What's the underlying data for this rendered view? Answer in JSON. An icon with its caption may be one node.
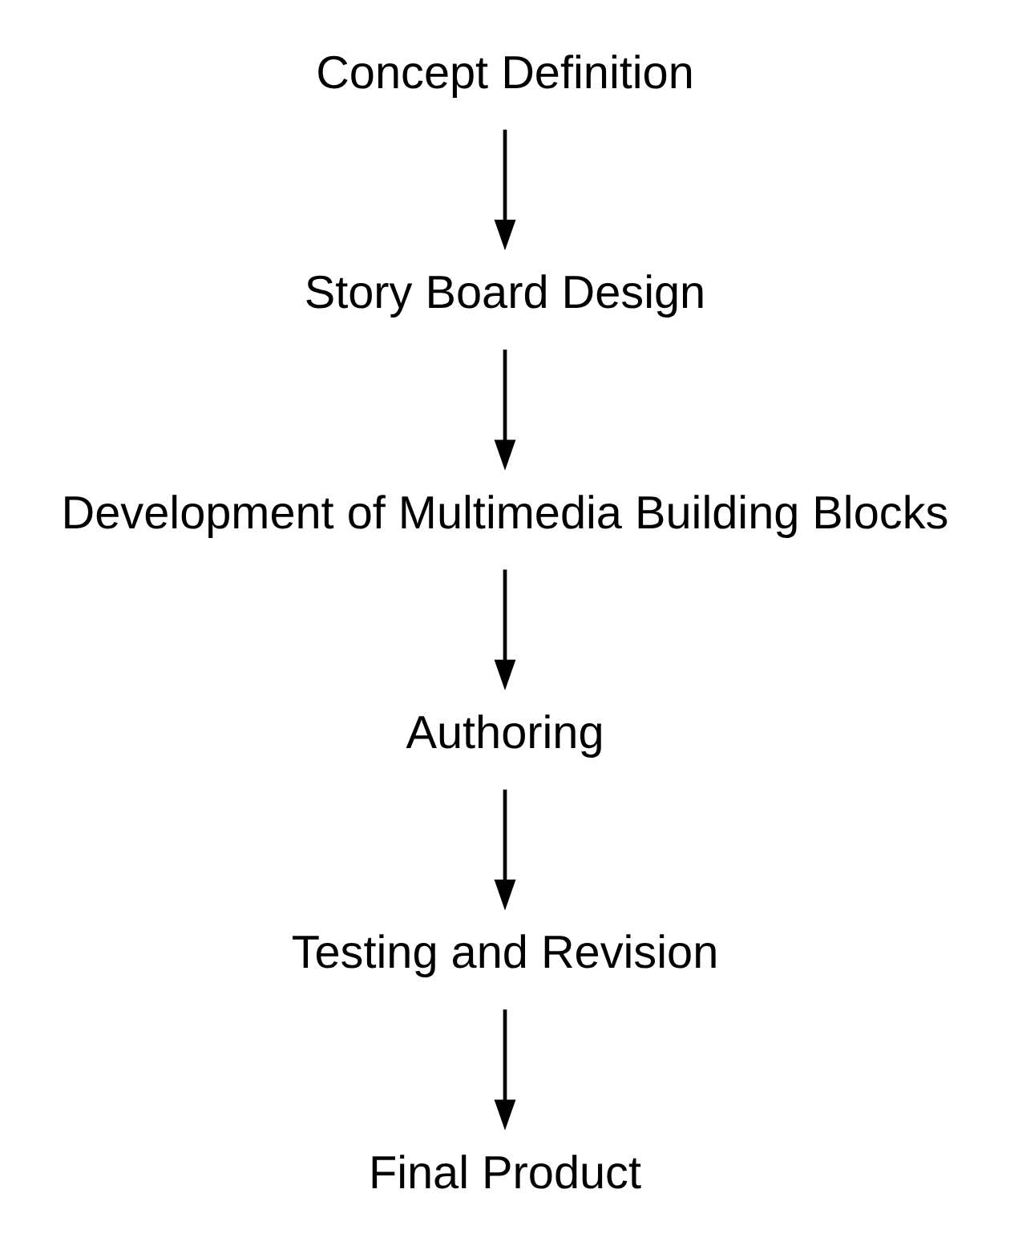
{
  "diagram": {
    "nodes": [
      {
        "text": [
          "Concept Definition"
        ]
      },
      {
        "text": [
          "Story Board Design"
        ]
      },
      {
        "text": [
          "Development of Multimedia Building Blocks"
        ]
      },
      {
        "text": [
          "Authoring"
        ]
      },
      {
        "text": [
          "Testing and Revision"
        ]
      },
      {
        "text": [
          "Final Product"
        ]
      }
    ],
    "edges": [
      {
        "from": 0,
        "to": 1,
        "arrow": "to"
      },
      {
        "from": 1,
        "to": 2,
        "arrow": "to"
      },
      {
        "from": 2,
        "to": 3,
        "arrow": "to"
      },
      {
        "from": 3,
        "to": 4,
        "arrow": "to"
      },
      {
        "from": 4,
        "to": 5,
        "arrow": "to"
      }
    ]
  }
}
